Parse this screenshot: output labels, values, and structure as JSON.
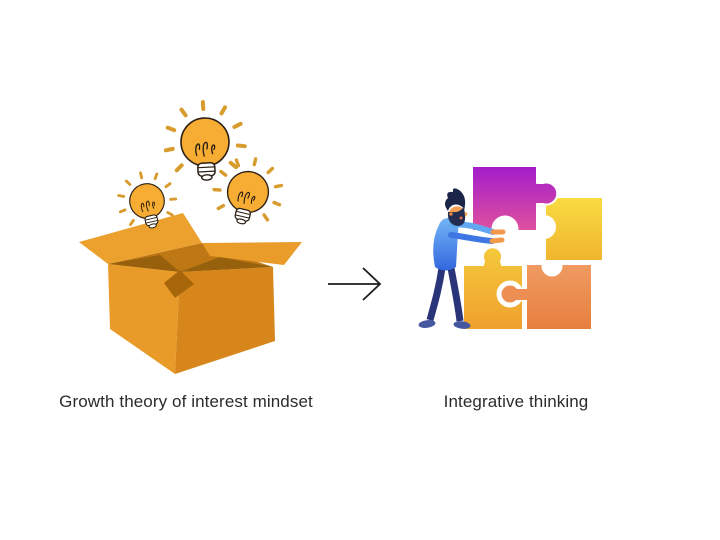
{
  "diagram": {
    "left": {
      "label": "Growth theory of interest mindset",
      "illustration": "open-cardboard-box-with-idea-lightbulbs",
      "bulb_count": 3
    },
    "connector": {
      "type": "arrow-right",
      "symbol": "→"
    },
    "right": {
      "label": "Integrative thinking",
      "illustration": "person-assembling-jigsaw-puzzle",
      "puzzle_piece_count": 4
    }
  },
  "palette": {
    "background": "#ffffff",
    "text": "#2b2b2b",
    "arrow": "#1c1c1c",
    "box_front": "#e89b28",
    "box_side": "#d7861c",
    "box_flap": "#eca12e",
    "box_interior": "#be7715",
    "bulb_glass": "#f7ac33",
    "bulb_ray": "#d89b2e",
    "bulb_outline": "#2a2015",
    "puzzle_purple_top": "#a21ccb",
    "puzzle_purple_bottom": "#e0519e",
    "puzzle_yellow": "#f9dc43",
    "puzzle_gold": "#f4c93b",
    "puzzle_orange": "#f09b62",
    "figure_shirt_light": "#74b6f6",
    "figure_shirt_dark": "#3367df",
    "figure_pants": "#2a3478",
    "figure_skin": "#f5a054",
    "figure_hair": "#1b2547"
  }
}
